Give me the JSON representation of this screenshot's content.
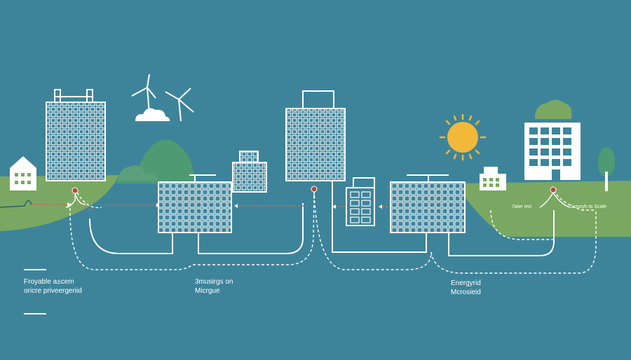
{
  "captions": {
    "left_line1": "Froyable a±cem",
    "left_line2": "oricre priveergeriid",
    "center_line1": "3musirgs on",
    "center_line2": "Micrgue",
    "right_line1": "Energyrid",
    "right_line2": "Mcrosieid"
  },
  "labels": {
    "right_a": "7aier rert",
    "right_b": "Ccrocуh to Scale"
  },
  "colors": {
    "background": "#3d849b",
    "land": "#7aa862",
    "hill": "#4e9a73",
    "line": "#ffffff",
    "flow_arrow": "#c0704f",
    "sun": "#f2b83a",
    "node": "#b34a3d"
  }
}
